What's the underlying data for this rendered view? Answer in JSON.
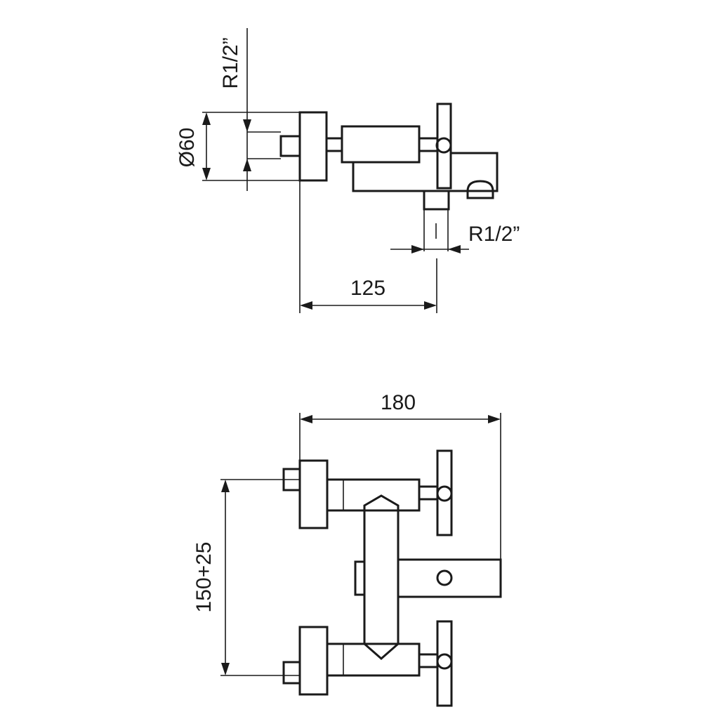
{
  "colors": {
    "line": "#1a1a1a",
    "background": "#ffffff"
  },
  "side_view": {
    "inlet_thread": "R1/2”",
    "diameter": "Ø60",
    "outlet_thread": "R1/2”",
    "depth": "125"
  },
  "front_view": {
    "width": "180",
    "centers": "150+25"
  }
}
